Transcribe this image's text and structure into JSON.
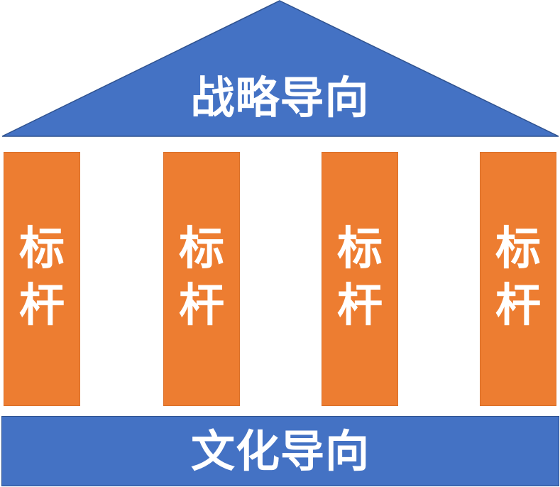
{
  "colors": {
    "roof_fill": "#4472C4",
    "roof_stroke": "#2F528F",
    "pillar_fill": "#ED7D31",
    "base_fill": "#4472C4",
    "text": "#FFFFFF"
  },
  "roof": {
    "label": "战略导向"
  },
  "pillars": [
    {
      "label": "标杆"
    },
    {
      "label": "标杆"
    },
    {
      "label": "标杆"
    },
    {
      "label": "标杆"
    }
  ],
  "base": {
    "label": "文化导向"
  }
}
